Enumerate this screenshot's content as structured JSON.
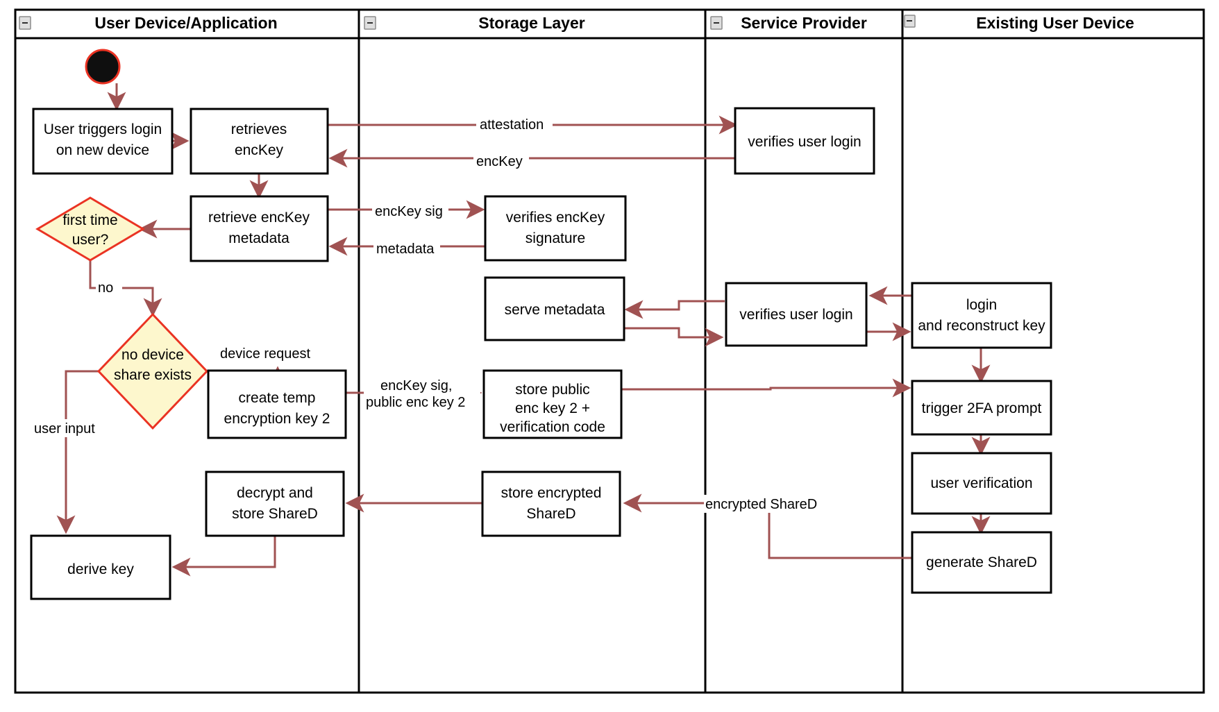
{
  "diagram": {
    "type": "uml-activity-swimlane",
    "title": "",
    "lanes": [
      {
        "id": "user-device",
        "label": "User Device/Application",
        "collapse_icon": "minus-icon"
      },
      {
        "id": "storage-layer",
        "label": "Storage Layer",
        "collapse_icon": "minus-icon"
      },
      {
        "id": "service-provider",
        "label": "Service Provider",
        "collapse_icon": "minus-icon"
      },
      {
        "id": "existing-user-device",
        "label": "Existing User Device",
        "collapse_icon": "minus-icon"
      }
    ],
    "start_node": {
      "name": "start-node",
      "shape": "filled-circle"
    },
    "nodes": [
      {
        "id": "n1",
        "lane": "user-device",
        "shape": "rect",
        "lines": [
          "User triggers login",
          "on new device"
        ]
      },
      {
        "id": "n2",
        "lane": "user-device",
        "shape": "rect",
        "lines": [
          "retrieves",
          "encKey"
        ]
      },
      {
        "id": "n3",
        "lane": "user-device",
        "shape": "rect",
        "lines": [
          "retrieve encKey",
          "metadata"
        ]
      },
      {
        "id": "n4",
        "lane": "user-device",
        "shape": "diamond",
        "lines": [
          "first time",
          "user?"
        ]
      },
      {
        "id": "n5",
        "lane": "user-device",
        "shape": "diamond",
        "lines": [
          "no device",
          "share exists"
        ]
      },
      {
        "id": "n6",
        "lane": "user-device",
        "shape": "rect",
        "lines": [
          "create temp",
          "encryption key 2"
        ]
      },
      {
        "id": "n7",
        "lane": "user-device",
        "shape": "rect",
        "lines": [
          "decrypt and",
          "store ShareD"
        ]
      },
      {
        "id": "n8",
        "lane": "user-device",
        "shape": "rect",
        "lines": [
          "derive key"
        ]
      },
      {
        "id": "n9",
        "lane": "storage-layer",
        "shape": "rect",
        "lines": [
          "verifies encKey",
          "signature"
        ]
      },
      {
        "id": "n10",
        "lane": "storage-layer",
        "shape": "rect",
        "lines": [
          "serve metadata"
        ]
      },
      {
        "id": "n11",
        "lane": "storage-layer",
        "shape": "rect",
        "lines": [
          "store public",
          "enc key 2 +",
          "verification code"
        ]
      },
      {
        "id": "n12",
        "lane": "storage-layer",
        "shape": "rect",
        "lines": [
          "store encrypted",
          "ShareD"
        ]
      },
      {
        "id": "n13",
        "lane": "service-provider",
        "shape": "rect",
        "lines": [
          "verifies user login"
        ]
      },
      {
        "id": "n14",
        "lane": "service-provider",
        "shape": "rect",
        "lines": [
          "verifies user login"
        ]
      },
      {
        "id": "n15",
        "lane": "existing-user-device",
        "shape": "rect",
        "lines": [
          "login",
          "and reconstruct key"
        ]
      },
      {
        "id": "n16",
        "lane": "existing-user-device",
        "shape": "rect",
        "lines": [
          "trigger 2FA prompt"
        ]
      },
      {
        "id": "n17",
        "lane": "existing-user-device",
        "shape": "rect",
        "lines": [
          "user verification"
        ]
      },
      {
        "id": "n18",
        "lane": "existing-user-device",
        "shape": "rect",
        "lines": [
          "generate ShareD"
        ]
      }
    ],
    "edge_labels": [
      {
        "id": "e1",
        "text": "attestation"
      },
      {
        "id": "e2",
        "text": "encKey"
      },
      {
        "id": "e3",
        "text": "encKey sig"
      },
      {
        "id": "e4",
        "text": "metadata"
      },
      {
        "id": "e5",
        "text": "no"
      },
      {
        "id": "e6",
        "text": "device request"
      },
      {
        "id": "e7",
        "text": "user input"
      },
      {
        "id": "e8",
        "text": "encKey sig,"
      },
      {
        "id": "e9",
        "text": "public enc key 2"
      },
      {
        "id": "e10",
        "text": "encrypted ShareD"
      }
    ],
    "colors": {
      "edge": "#a05252",
      "decision_fill": "#fdf7cd",
      "decision_stroke": "#ea3323",
      "node_stroke": "#000000",
      "node_fill": "#ffffff",
      "start_fill": "#0f0f0f"
    }
  }
}
